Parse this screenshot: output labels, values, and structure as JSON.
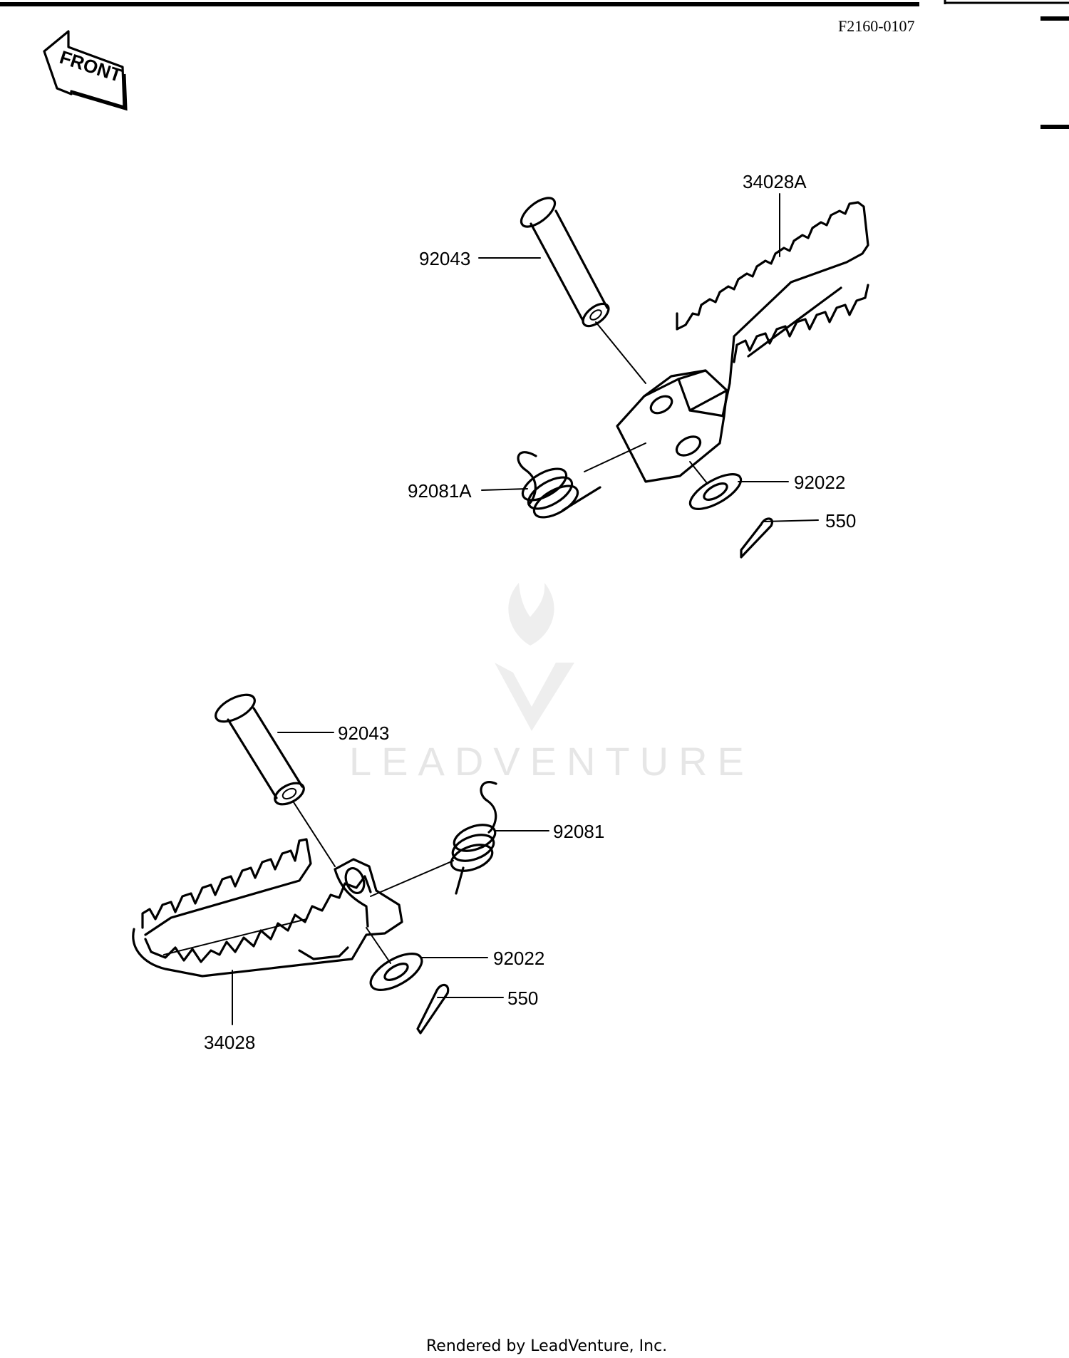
{
  "diagram": {
    "code": "F2160-0107",
    "front_label": "FRONT",
    "watermark": "LEADVENTURE",
    "footer": "Rendered by LeadVenture, Inc.",
    "callouts": {
      "upper": {
        "footpeg": "34028A",
        "pin": "92043",
        "spring": "92081A",
        "washer": "92022",
        "cotter_pin": "550"
      },
      "lower": {
        "footpeg": "34028",
        "pin": "92043",
        "spring": "92081",
        "washer": "92022",
        "cotter_pin": "550"
      }
    }
  }
}
